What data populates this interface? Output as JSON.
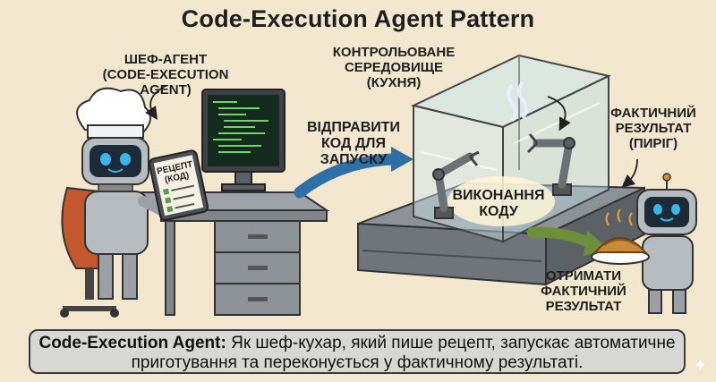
{
  "title": "Code-Execution Agent Pattern",
  "labels": {
    "chef_agent": [
      "ШЕФ-АГЕНТ",
      "(CODE-EXECUTION AGENT)"
    ],
    "controlled_env": [
      "КОНТРОЛЬОВАНЕ",
      "СЕРЕДОВИЩЕ",
      "(КУХНЯ)"
    ],
    "send_code": [
      "ВІДПРАВИТИ",
      "КОД ДЛЯ ЗАПУСКУ"
    ],
    "execute_code": [
      "ВИКОНАННЯ",
      "КОДУ"
    ],
    "actual_result": [
      "ФАКТИЧНИЙ",
      "РЕЗУЛЬТАТ",
      "(ПИРІГ)"
    ],
    "get_result": [
      "ОТРИМАТИ",
      "ФАКТИЧНИЙ",
      "РЕЗУЛЬТАТ"
    ],
    "tablet": [
      "РЕЦЕПТ",
      "(КОД)"
    ]
  },
  "caption": {
    "bold": "Code-Execution Agent:",
    "text": " Як шеф-кухар, який пише рецепт, запускає автоматичне приготування та переконується у фактичному результаті."
  },
  "colors": {
    "background": "#f3e7cf",
    "arrow_blue": "#2f6fa8",
    "arrow_green": "#6e8f3a",
    "robot_eye": "#39b7e6"
  },
  "icons": [
    "chef-robot",
    "monitor",
    "tablet",
    "glass-kitchen",
    "robot-arm",
    "pie",
    "waiter-robot"
  ]
}
